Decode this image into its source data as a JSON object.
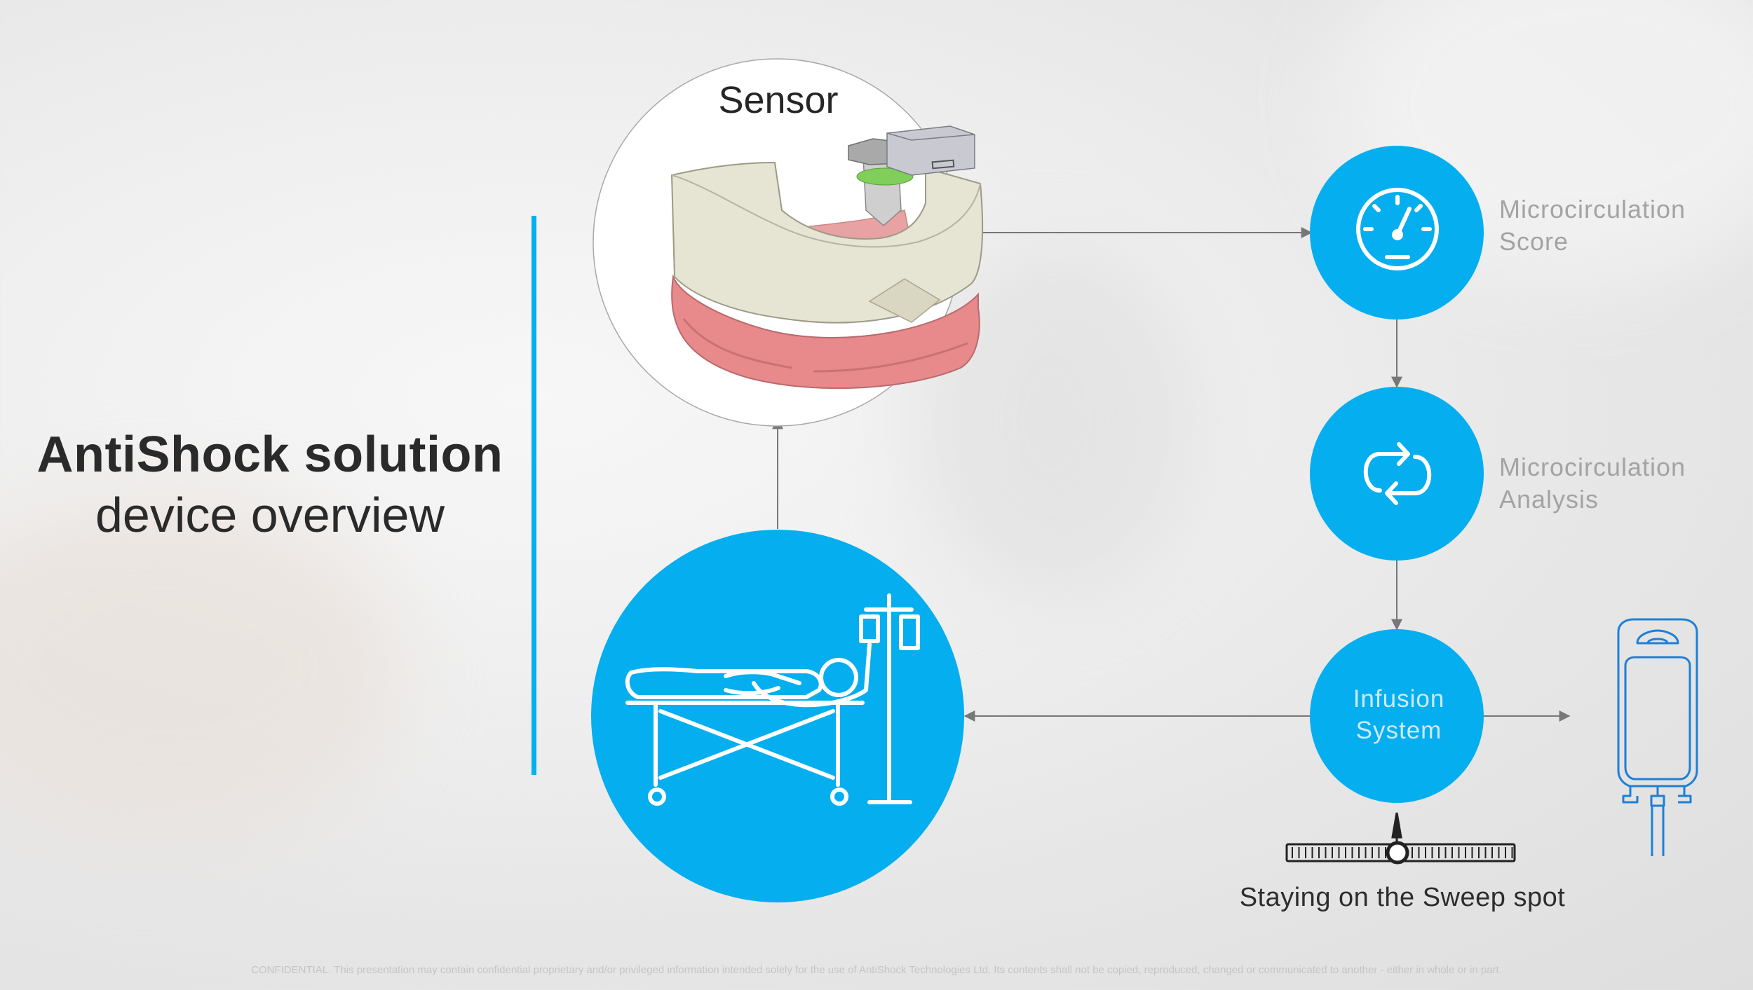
{
  "title": {
    "main": "AntiShock solution",
    "sub": "device overview"
  },
  "nodes": {
    "sensor": {
      "label": "Sensor"
    },
    "score": {
      "line1": "Microcirculation",
      "line2": "Score",
      "icon": "speedometer-icon"
    },
    "analysis": {
      "line1": "Microcirculation",
      "line2": "Analysis",
      "icon": "cycle-arrows-icon"
    },
    "infusion": {
      "line1": "Infusion",
      "line2": "System"
    },
    "patient": {
      "icon": "patient-on-bed-with-iv-icon"
    },
    "bag": {
      "icon": "iv-bag-icon"
    }
  },
  "sweet_spot": {
    "label": "Staying on the Sweep spot",
    "icon": "slider-gauge-icon"
  },
  "footer": "CONFIDENTIAL. This presentation may contain confidential proprietary and/or privileged information intended solely for the use of AntiShock Technologies Ltd. Its contents shall not be copied, reproduced, changed or communicated to another - either in whole or in part.",
  "colors": {
    "accent": "#05AEEF",
    "bag_stroke": "#1E7FD6",
    "connector": "#777777",
    "gum": "#E8898B",
    "guard": "#E6E4D2"
  }
}
